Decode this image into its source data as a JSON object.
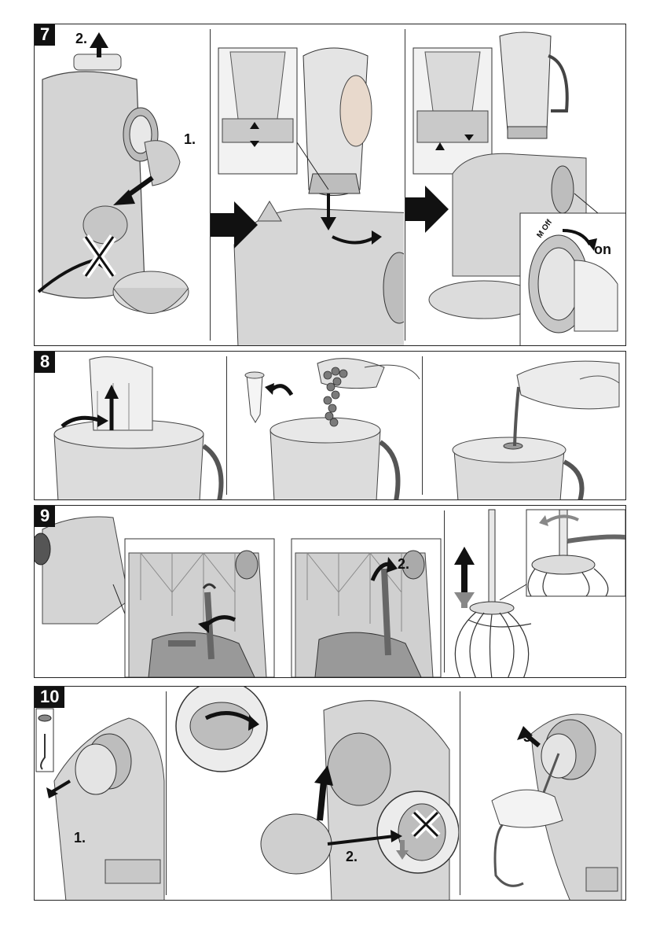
{
  "sections": [
    {
      "step": "7",
      "labels": {
        "top_step": "2.",
        "side_step": "1.",
        "switch_label": "on",
        "dial_text": "M Off"
      }
    },
    {
      "step": "8"
    },
    {
      "step": "9",
      "labels": {
        "wrench_step": "2."
      }
    },
    {
      "step": "10",
      "labels": {
        "remove_step": "1.",
        "insert_step": "2.",
        "attach_step": "3."
      }
    }
  ],
  "colors": {
    "frame": "#222222",
    "badge_bg": "#111111",
    "badge_text": "#ffffff",
    "illustration_fill": "#d9d9d9"
  }
}
